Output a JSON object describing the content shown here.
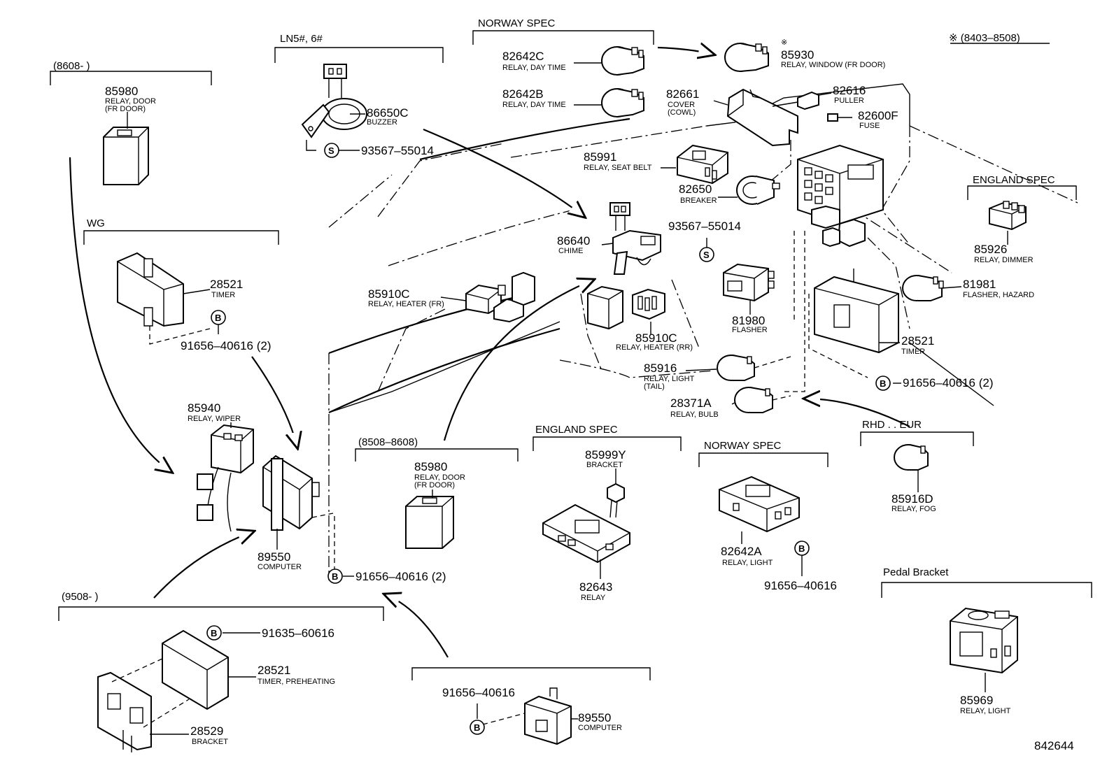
{
  "groups": {
    "g8608": "(8608-        )",
    "ln5": "LN5#, 6#",
    "norway_top": "NORWAY SPEC",
    "range_note": "※ (8403–8508)",
    "wg": "WG",
    "england_right": "ENGLAND SPEC",
    "g8508": "(8508–8608)",
    "england_mid": "ENGLAND SPEC",
    "norway_mid": "NORWAY SPEC",
    "rhd": "RHD . . EUR",
    "pedal": "Pedal Bracket",
    "g9508": "(9508-        )"
  },
  "parts": {
    "p85980_top": {
      "num": "85980",
      "d1": "RELAY, DOOR",
      "d2": "(FR DOOR)"
    },
    "p86650c": {
      "num": "86650C",
      "d1": "BUZZER"
    },
    "p93567_a": {
      "num": "93567–55014",
      "clip": "S"
    },
    "p82642c": {
      "num": "82642C",
      "d1": "RELAY, DAY TIME"
    },
    "p82642b": {
      "num": "82642B",
      "d1": "RELAY, DAY TIME"
    },
    "p85930": {
      "mark": "※",
      "num": "85930",
      "d1": "RELAY, WINDOW (FR DOOR)"
    },
    "p82661": {
      "num": "82661",
      "d1": "COVER",
      "d2": "(COWL)"
    },
    "p82616": {
      "num": "82616",
      "d1": "PULLER"
    },
    "p82600f": {
      "num": "82600F",
      "d1": "FUSE"
    },
    "p85991": {
      "num": "85991",
      "d1": "RELAY, SEAT BELT"
    },
    "p82650": {
      "num": "82650",
      "d1": "BREAKER"
    },
    "p85926": {
      "num": "85926",
      "d1": "RELAY, DIMMER"
    },
    "p28521_wg": {
      "num": "28521",
      "d1": "TIMER"
    },
    "p91656_wg": {
      "num": "91656–40616 (2)",
      "clip": "B"
    },
    "p86640": {
      "num": "86640",
      "d1": "CHIME"
    },
    "p93567_b": {
      "num": "93567–55014",
      "clip": "S"
    },
    "p85910c_fr": {
      "num": "85910C",
      "d1": "RELAY, HEATER (FR)"
    },
    "p85910c_rr": {
      "num": "85910C",
      "d1": "RELAY, HEATER (RR)"
    },
    "p81980": {
      "num": "81980",
      "d1": "FLASHER"
    },
    "p81981": {
      "num": "81981",
      "d1": "FLASHER, HAZARD"
    },
    "p28521_r": {
      "num": "28521",
      "d1": "TIMER"
    },
    "p91656_r": {
      "num": "91656–40616 (2)",
      "clip": "B"
    },
    "p85916": {
      "num": "85916",
      "d1": "RELAY, LIGHT",
      "d2": "(TAIL)"
    },
    "p28371a": {
      "num": "28371A",
      "d1": "RELAY, BULB"
    },
    "p85940": {
      "num": "85940",
      "d1": "RELAY, WIPER"
    },
    "p89550_l": {
      "num": "89550",
      "d1": "COMPUTER"
    },
    "p91656_c": {
      "num": "91656–40616 (2)",
      "clip": "B"
    },
    "p85980_mid": {
      "num": "85980",
      "d1": "RELAY, DOOR",
      "d2": "(FR DOOR)"
    },
    "p85999y": {
      "num": "85999Y",
      "d1": "BRACKET"
    },
    "p82643": {
      "num": "82643",
      "d1": "RELAY"
    },
    "p82642a": {
      "num": "82642A",
      "d1": "RELAY, LIGHT"
    },
    "p91656_n": {
      "num": "91656–40616",
      "clip": "B"
    },
    "p85916d": {
      "num": "85916D",
      "d1": "RELAY, FOG"
    },
    "p85969": {
      "num": "85969",
      "d1": "RELAY, LIGHT"
    },
    "p91635": {
      "num": "91635–60616",
      "clip": "B"
    },
    "p28521_pre": {
      "num": "28521",
      "d1": "TIMER, PREHEATING"
    },
    "p28529": {
      "num": "28529",
      "d1": "BRACKET"
    },
    "p91656_bot": {
      "num": "91656–40616",
      "clip": "B"
    },
    "p89550_bot": {
      "num": "89550",
      "d1": "COMPUTER"
    }
  },
  "diagram_id": "842644"
}
